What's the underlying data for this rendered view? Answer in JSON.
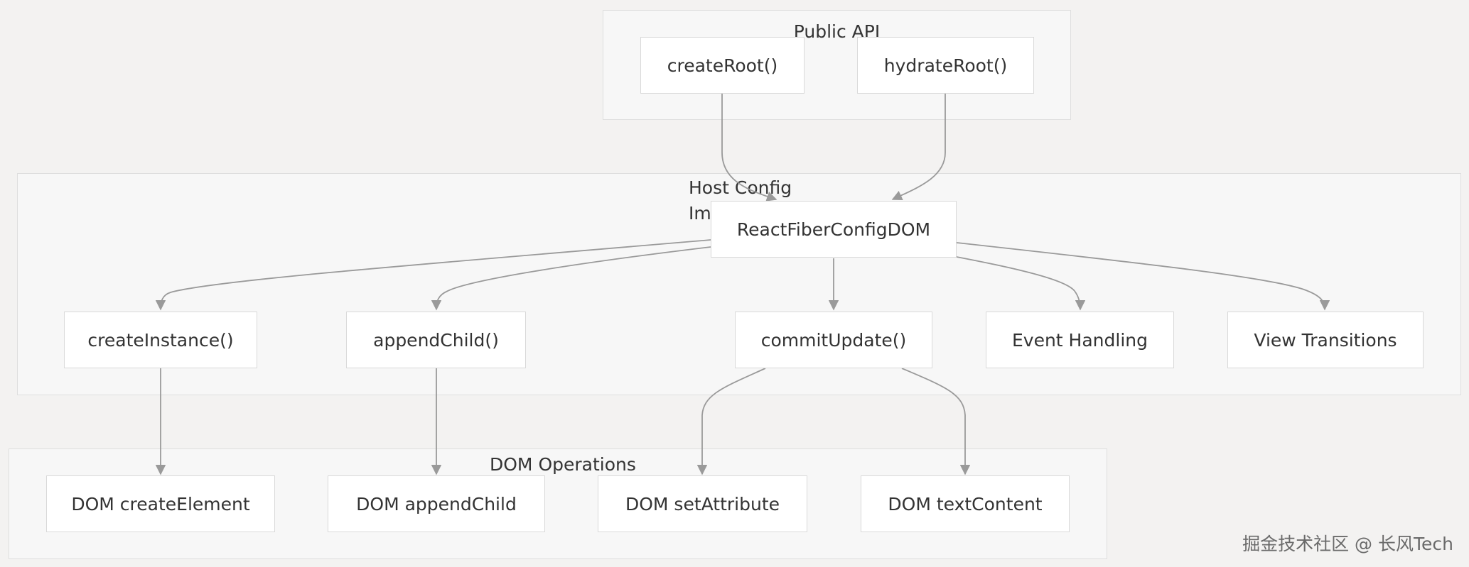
{
  "groups": {
    "public_api": {
      "title": "Public API"
    },
    "host_config": {
      "title": "Host Config\nImplementation"
    },
    "dom_operations": {
      "title": "DOM Operations"
    }
  },
  "nodes": {
    "createRoot": "createRoot()",
    "hydrateRoot": "hydrateRoot()",
    "reactFiberConfigDOM": "ReactFiberConfigDOM",
    "createInstance": "createInstance()",
    "appendChild": "appendChild()",
    "commitUpdate": "commitUpdate()",
    "eventHandling": "Event Handling",
    "viewTransitions": "View Transitions",
    "domCreateElement": "DOM createElement",
    "domAppendChild": "DOM appendChild",
    "domSetAttribute": "DOM setAttribute",
    "domTextContent": "DOM textContent"
  },
  "edges": [
    [
      "createRoot",
      "reactFiberConfigDOM"
    ],
    [
      "hydrateRoot",
      "reactFiberConfigDOM"
    ],
    [
      "reactFiberConfigDOM",
      "createInstance"
    ],
    [
      "reactFiberConfigDOM",
      "appendChild"
    ],
    [
      "reactFiberConfigDOM",
      "commitUpdate"
    ],
    [
      "reactFiberConfigDOM",
      "eventHandling"
    ],
    [
      "reactFiberConfigDOM",
      "viewTransitions"
    ],
    [
      "createInstance",
      "domCreateElement"
    ],
    [
      "appendChild",
      "domAppendChild"
    ],
    [
      "commitUpdate",
      "domSetAttribute"
    ],
    [
      "commitUpdate",
      "domTextContent"
    ]
  ],
  "colors": {
    "edge": "#9a9a9a",
    "node_fill": "#ffffff",
    "group_fill": "#f7f7f7"
  },
  "watermark": "掘金技术社区 @ 长风Tech"
}
